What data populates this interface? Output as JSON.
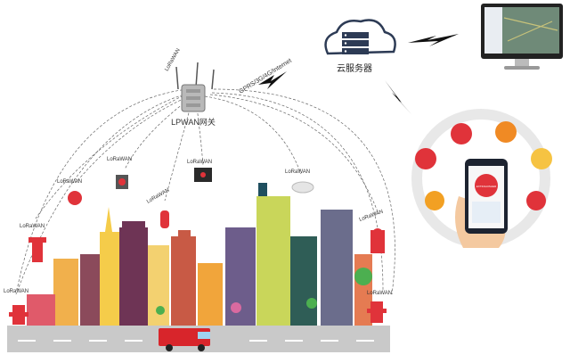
{
  "gateway": {
    "label": "LPWAN网关"
  },
  "cloud": {
    "label": "云服务器"
  },
  "link": {
    "label": "GPRS/3G/4G/Internet"
  },
  "node_label": "LoRaWAN",
  "phone": {
    "badge_text": "EXTINGUISHER"
  },
  "colors": {
    "fire_red": "#e0333a",
    "cloud": "#2d3b55",
    "road": "#c9c9c9",
    "phone_ring": "#e8e8e8"
  }
}
